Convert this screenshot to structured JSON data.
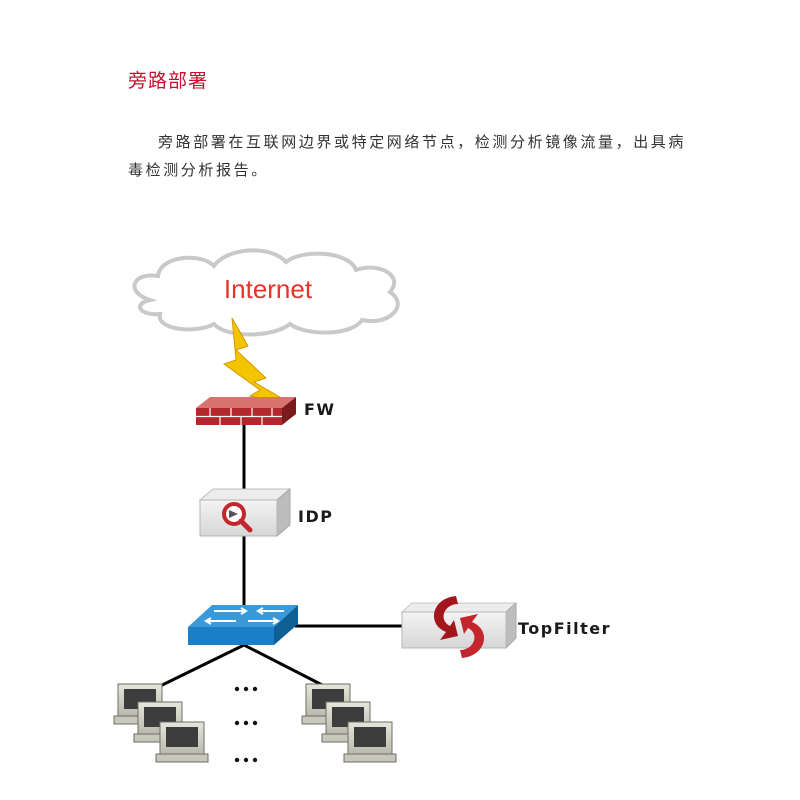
{
  "section": {
    "heading": "旁路部署",
    "description": "旁路部署在互联网边界或特定网络节点，检测分析镜像流量，出具病毒检测分析报告。"
  },
  "diagram": {
    "nodes": {
      "internet": "Internet",
      "firewall": "FW",
      "idp": "IDP",
      "topfilter": "TopFilter"
    },
    "ellipsis": "…"
  },
  "colors": {
    "heading": "#c8102e",
    "internet_text": "#e8332a",
    "firewall_red": "#b3282d",
    "switch_blue": "#1a7fc4",
    "line": "#000000",
    "lightning": "#f2c200"
  },
  "icons": [
    "cloud-icon",
    "lightning-icon",
    "firewall-icon",
    "idp-magnifier-icon",
    "switch-icon",
    "topfilter-icon",
    "computer-icon"
  ]
}
